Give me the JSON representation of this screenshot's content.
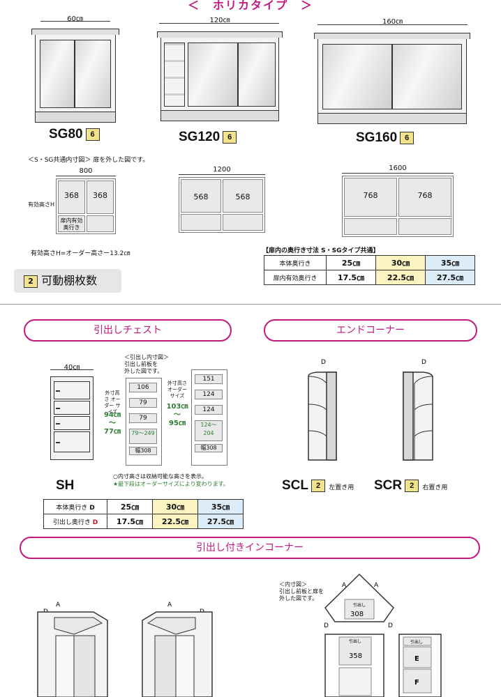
{
  "header": {
    "title": "＜　ホリカタイプ　＞"
  },
  "glass_cabinets": {
    "sg80": {
      "width_label": "60㎝",
      "model": "SG80",
      "badge": "6"
    },
    "sg120": {
      "width_label": "120㎝",
      "model": "SG120",
      "badge": "6"
    },
    "sg160": {
      "width_label": "160㎝",
      "model": "SG160",
      "badge": "6"
    }
  },
  "inner_dims": {
    "caption": "＜S・SG共通内寸図＞",
    "caption_note": "扉を外した図です。",
    "height_label": "有効高さH",
    "cell_note_line1": "扉内有効",
    "cell_note_line2": "奥行き",
    "plan80": {
      "width": "800",
      "cell_left": "368",
      "cell_right": "368"
    },
    "plan120": {
      "width": "1200",
      "cell_left": "568",
      "cell_right": "568"
    },
    "plan160": {
      "width": "1600",
      "cell_left": "768",
      "cell_right": "768"
    },
    "height_note": "有効高さH=オーダー高さー13.2㎝"
  },
  "shelf_badge": {
    "num": "2",
    "label": "可動棚枚数"
  },
  "depth_table1": {
    "title": "【扉内の奥行き寸法 S・SGタイプ共通】",
    "row1_label": "本体奥行き",
    "row1": [
      "25㎝",
      "30㎝",
      "35㎝"
    ],
    "row2_label": "扉内有効奥行き",
    "row2": [
      "17.5㎝",
      "22.5㎝",
      "27.5㎝"
    ]
  },
  "sections": {
    "chest": "引出しチェスト",
    "end_corner": "エンドコーナー",
    "in_corner": "引出し付きインコーナー"
  },
  "chest": {
    "width_label": "40㎝",
    "model": "SH",
    "inner_caption": "＜引出し内寸図＞",
    "inner_note_line1": "引出し前板を",
    "inner_note_line2": "外した図です。",
    "left_height_note": "外寸高さ オーダー サイズ",
    "left_h1": "94㎝",
    "left_tilde": "〜",
    "left_h2": "77㎝",
    "right_height_note": "外寸高さ オーダー サイズ",
    "right_h1": "103㎝",
    "right_tilde": "〜",
    "right_h2": "95㎝",
    "left_cells": [
      "106",
      "79",
      "79",
      "79〜249"
    ],
    "left_width": "幅308",
    "right_cells": [
      "151",
      "124",
      "124",
      "124〜204"
    ],
    "right_width": "幅308",
    "note1": "○内寸高さは収納可能な高さを表示。",
    "note2": "★最下段はオーダーサイズにより変わります。"
  },
  "depth_table2": {
    "row1_label": "本体奥行き",
    "row1_mark": "D",
    "row1": [
      "25㎝",
      "30㎝",
      "35㎝"
    ],
    "row2_label": "引出し奥行き",
    "row2_mark": "D",
    "row2": [
      "17.5㎝",
      "22.5㎝",
      "27.5㎝"
    ]
  },
  "end_corner": {
    "scl": {
      "model": "SCL",
      "badge": "2",
      "note": "左置き用"
    },
    "scr": {
      "model": "SCR",
      "badge": "2",
      "note": "右置き用"
    },
    "d_label": "D"
  },
  "in_corner": {
    "a_label": "A",
    "d_label": "D",
    "inner_caption": "＜内寸図＞",
    "inner_note_line1": "引出し前板と扉を",
    "inner_note_line2": "外した図です。",
    "plan_value": "308",
    "plan_top_label": "引出し",
    "front_value": "358",
    "front_top_label": "引出し",
    "e_label": "E",
    "f_label": "F",
    "side_top_label": "引出し"
  },
  "colors": {
    "accent": "#c2187d",
    "badge": "#f3e28c",
    "col30": "#fbf3c0",
    "col35": "#dcecf8"
  }
}
